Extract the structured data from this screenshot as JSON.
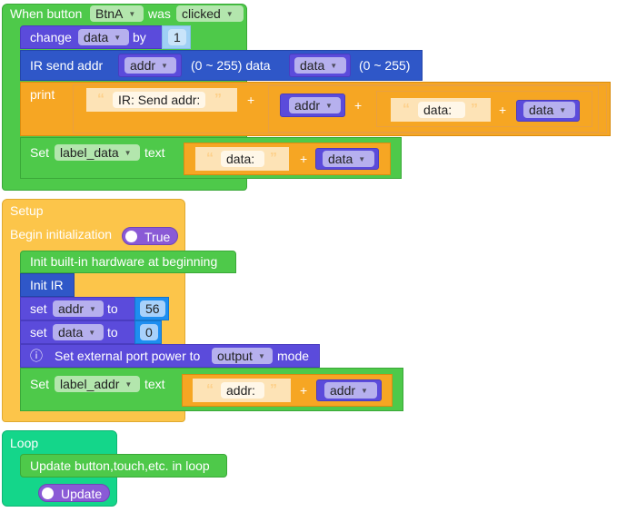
{
  "event_block": {
    "when_label": "When button",
    "button_value": "BtnA",
    "was_label": "was",
    "event_value": "clicked",
    "change": {
      "label": "change",
      "var": "data",
      "by_label": "by",
      "amount": "1"
    },
    "ir_send": {
      "label": "IR send addr",
      "addr_var": "addr",
      "range1": "(0 ~ 255) data",
      "data_var": "data",
      "range2": "(0 ~ 255)"
    },
    "print": {
      "label": "print",
      "text1": "IR: Send addr:",
      "plus": "+",
      "var1": "addr",
      "text2": "data:",
      "var2": "data"
    },
    "set_label": {
      "label": "Set",
      "target": "label_data",
      "text_label": "text",
      "text_value": "data:",
      "plus": "+",
      "var": "data"
    }
  },
  "setup_block": {
    "title": "Setup",
    "begin_label": "Begin initialization",
    "begin_toggle": "True",
    "init_hw": "Init built-in hardware at beginning",
    "init_ir": "Init IR",
    "set_addr": {
      "label": "set",
      "var": "addr",
      "to_label": "to",
      "value": "56"
    },
    "set_data": {
      "label": "set",
      "var": "data",
      "to_label": "to",
      "value": "0"
    },
    "port_power": {
      "info_icon": "ⓘ",
      "label": "Set external port power to",
      "mode_value": "output",
      "mode_label": "mode"
    },
    "set_label": {
      "label": "Set",
      "target": "label_addr",
      "text_label": "text",
      "text_value": "addr:",
      "plus": "+",
      "var": "addr"
    }
  },
  "loop_block": {
    "title": "Loop",
    "update_label": "Update button,touch,etc. in loop",
    "update_toggle": "Update"
  },
  "colors": {
    "event_green": "#4ec94a",
    "variable_purple": "#5b4bdb",
    "ir_blue": "#2f57c8",
    "text_orange": "#f6a623",
    "setup_yellow": "#fcc54a",
    "loop_teal": "#14d68a",
    "math_lightblue": "#9fd0f5",
    "math_blue": "#1e8ef0",
    "toggle_purple": "#8a5ad6"
  }
}
